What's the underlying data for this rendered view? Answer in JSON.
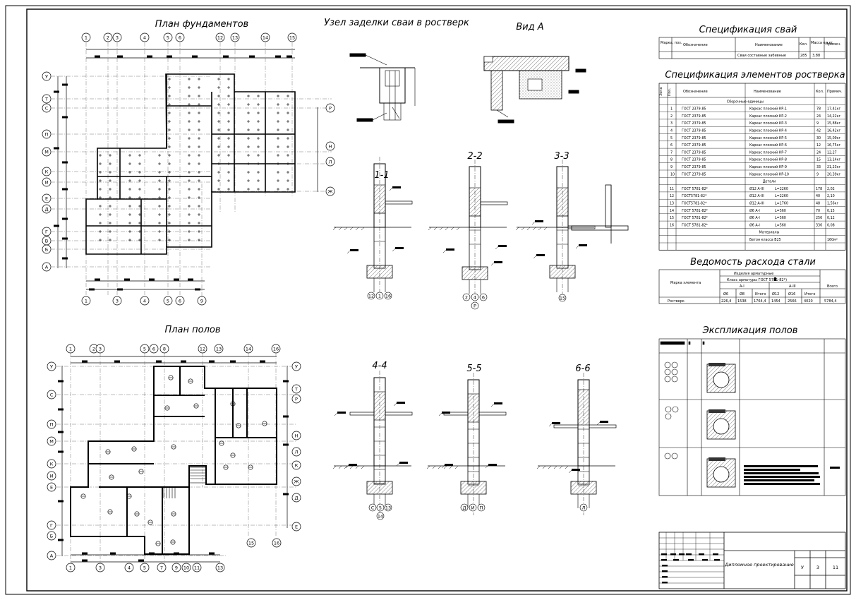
{
  "drawing": {
    "titles": {
      "foundation_plan": "План фундаментов",
      "pile_node": "Узел заделки сваи в ростверк",
      "view_a": "Вид А",
      "floor_plan": "План полов",
      "pile_spec": "Спецификация свай",
      "grillage_spec": "Спецификация элементов ростверка",
      "steel_statement": "Ведомость расхода стали",
      "floor_explication": "Экспликация полов"
    },
    "sections": [
      "1-1",
      "2-2",
      "3-3",
      "4-4",
      "5-5",
      "6-6"
    ],
    "section_axes": {
      "s1": [
        "12",
        "1",
        "16"
      ],
      "s2": [
        "2",
        "4",
        "6"
      ],
      "s2b": "Р",
      "s3": [
        "15"
      ],
      "s4": [
        "С",
        "5",
        "13"
      ],
      "s4b": "14",
      "s5": [
        "Д",
        "И",
        "П"
      ],
      "s6": [
        "Л"
      ]
    },
    "foundation_axes_top": [
      "1",
      "2",
      "3",
      "4",
      "5",
      "6",
      "12",
      "13",
      "14",
      "15"
    ],
    "foundation_axes_bottom": [
      "1",
      "3",
      "4",
      "5",
      "6",
      "9"
    ],
    "foundation_axes_left": [
      "У",
      "Т",
      "С",
      "П",
      "М",
      "К",
      "И",
      "Е",
      "Д",
      "Г",
      "В",
      "Б",
      "А"
    ],
    "foundation_axes_right": [
      "Р",
      "Н",
      "Л",
      "Ж"
    ],
    "floor_axes_top": [
      "1",
      "2",
      "3",
      "5",
      "6",
      "8",
      "12",
      "13",
      "14",
      "16"
    ],
    "floor_axes_bottom": [
      "1",
      "3",
      "4",
      "5",
      "7",
      "9",
      "10",
      "11",
      "13"
    ],
    "floor_axes_left": [
      "У",
      "С",
      "П",
      "М",
      "К",
      "И",
      "Е",
      "Г",
      "Б",
      "А"
    ],
    "floor_axes_right": [
      "У",
      "Т",
      "Р",
      "Н",
      "Л",
      "К",
      "Ж",
      "Д",
      "Е"
    ],
    "floor_axes_right_bottom": [
      "15",
      "16"
    ],
    "pile_spec": {
      "headers": [
        "Марка, поз.",
        "Обозначение",
        "Наименование",
        "Кол.",
        "Масса ед.кг.",
        "Примеч."
      ],
      "row": [
        "",
        "",
        "Сваи составные забивные",
        "285",
        "3,88",
        ""
      ]
    },
    "grillage_spec": {
      "headers": [
        "Зона",
        "Поз.",
        "Обозначение",
        "Наименование",
        "Кол.",
        "Примеч."
      ],
      "group1": "Сборочные единицы",
      "rows1": [
        [
          "1",
          "ГОСТ 2379-85",
          "Каркас плоский КР-1",
          "78",
          "17,41кг"
        ],
        [
          "2",
          "ГОСТ 2379-85",
          "Каркас плоский КР-2",
          "24",
          "14,22кг"
        ],
        [
          "3",
          "ГОСТ 2379-85",
          "Каркас плоский КР-3",
          "9",
          "15,88кг"
        ],
        [
          "4",
          "ГОСТ 2379-85",
          "Каркас плоский КР-4",
          "42",
          "16,42кг"
        ],
        [
          "5",
          "ГОСТ 2379-85",
          "Каркас плоский КР-5",
          "30",
          "15,09кг"
        ],
        [
          "6",
          "ГОСТ 2379-85",
          "Каркас плоский КР-6",
          "12",
          "16,75кг"
        ],
        [
          "7",
          "ГОСТ 2379-85",
          "Каркас плоский КР-7",
          "24",
          "12,27"
        ],
        [
          "8",
          "ГОСТ 2379-85",
          "Каркас плоский КР-8",
          "15",
          "13,14кг"
        ],
        [
          "9",
          "ГОСТ 2379-85",
          "Каркас плоский КР-9",
          "33",
          "21,23кг"
        ],
        [
          "10",
          "ГОСТ 2379-85",
          "Каркас плоский КР-10",
          "9",
          "20,39кг"
        ]
      ],
      "group2": "Детали",
      "rows2": [
        [
          "11",
          "ГОСТ 5781-82*",
          "Ø12 А-III",
          "L=2260",
          "178",
          "2,02"
        ],
        [
          "12",
          "ГОСТ5781-82*",
          "Ø12 А-III",
          "L=2260",
          "40",
          "2,10"
        ],
        [
          "13",
          "ГОСТ5781-82*",
          "Ø12 А-III",
          "L=1760",
          "48",
          "1,56кг"
        ],
        [
          "14",
          "ГОСТ 5781-82*",
          "Ø6 А-I",
          "L=560",
          "70",
          "0,15"
        ],
        [
          "15",
          "ГОСТ 5781-82*",
          "Ø6 А-I",
          "L=560",
          "256",
          "0,12"
        ],
        [
          "16",
          "ГОСТ 5781-82*",
          "Ø6 А-I",
          "L=560",
          "336",
          "0,08"
        ]
      ],
      "group3": "Материалы",
      "material": [
        "Бетон класса В25",
        "160м³"
      ]
    },
    "steel_statement": {
      "col_mark": "Марка элемента",
      "products": "Изделия арматурные",
      "class_label": "Класс арматуры ГОСТ 5781-82*)",
      "ai": "А-I",
      "aiii": "А-III",
      "total": "Всего",
      "diams": [
        "Ø6",
        "Ø8",
        "Итого",
        "Ø12",
        "Ø16",
        "Итого"
      ],
      "row_name": "Ростверк",
      "row_vals": [
        "226,4",
        "1538",
        "1764,4",
        "1454",
        "2566",
        "4020",
        "5784,4"
      ]
    },
    "stamp": {
      "project": "Дипломное проектирование",
      "stage": "У",
      "sheet": "3",
      "sheets": "11"
    }
  }
}
